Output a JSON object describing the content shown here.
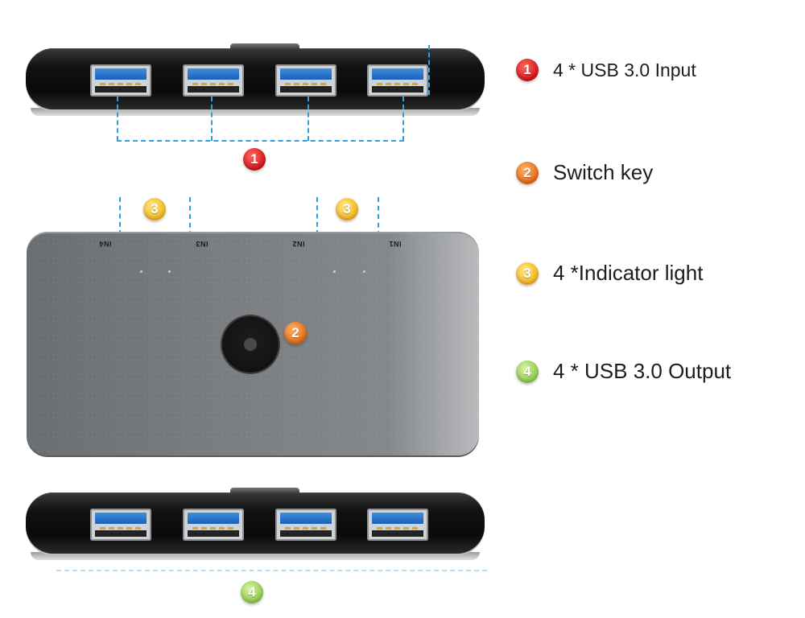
{
  "legend": [
    {
      "number": "1",
      "text": "4 * USB 3.0 Input"
    },
    {
      "number": "2",
      "text": "Switch key"
    },
    {
      "number": "3",
      "text": "4 *Indicator light"
    },
    {
      "number": "4",
      "text": "4 * USB 3.0 Output"
    }
  ],
  "callouts": {
    "input": "1",
    "switch": "2",
    "indicator_left": "3",
    "indicator_right": "3",
    "output": "4"
  },
  "port_labels": [
    "IN4",
    "IN3",
    "IN2",
    "IN1"
  ],
  "colors": {
    "badge_1": "#d2141b",
    "badge_2": "#e46a12",
    "badge_3": "#f0b51a",
    "badge_4": "#8fc84a",
    "guide_line": "#2e9fdc",
    "body_gray": "#7b7e81",
    "usb_blue": "#1c5fb8"
  }
}
